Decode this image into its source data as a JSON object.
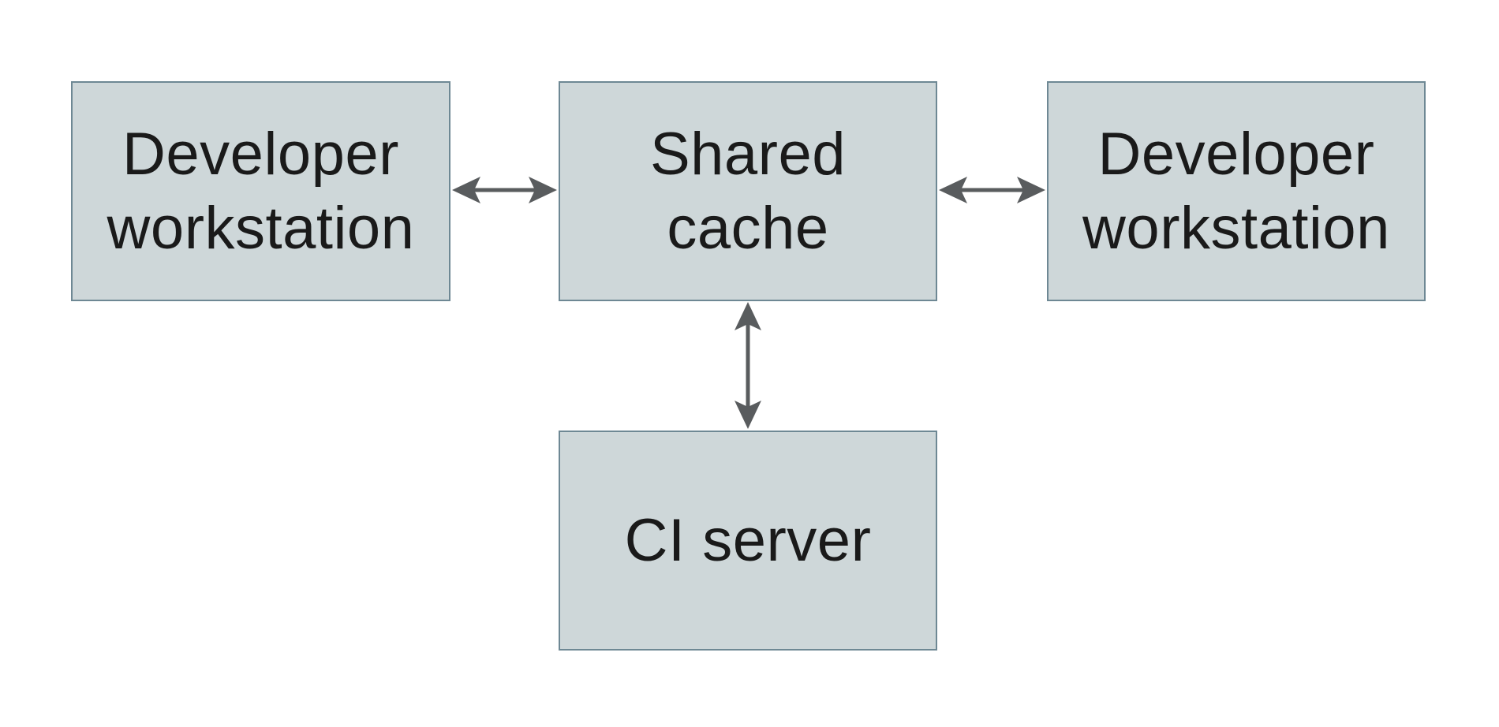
{
  "diagram": {
    "colors": {
      "background": "#ffffff",
      "node_fill": "#ced7d9",
      "node_border": "#6e8894",
      "arrow": "#595c5e",
      "text": "#1a1a1a"
    },
    "nodes": {
      "dev_left": {
        "label": "Developer workstation",
        "line1": "Developer",
        "line2": "workstation"
      },
      "shared_cache": {
        "label": "Shared cache",
        "line1": "Shared",
        "line2": "cache"
      },
      "dev_right": {
        "label": "Developer workstation",
        "line1": "Developer",
        "line2": "workstation"
      },
      "ci_server": {
        "label": "CI server",
        "line1": "CI server",
        "line2": ""
      }
    },
    "edges": [
      {
        "from": "Developer workstation (left)",
        "to": "Shared cache",
        "direction": "bidirectional"
      },
      {
        "from": "Shared cache",
        "to": "Developer workstation (right)",
        "direction": "bidirectional"
      },
      {
        "from": "Shared cache",
        "to": "CI server",
        "direction": "bidirectional"
      }
    ]
  }
}
